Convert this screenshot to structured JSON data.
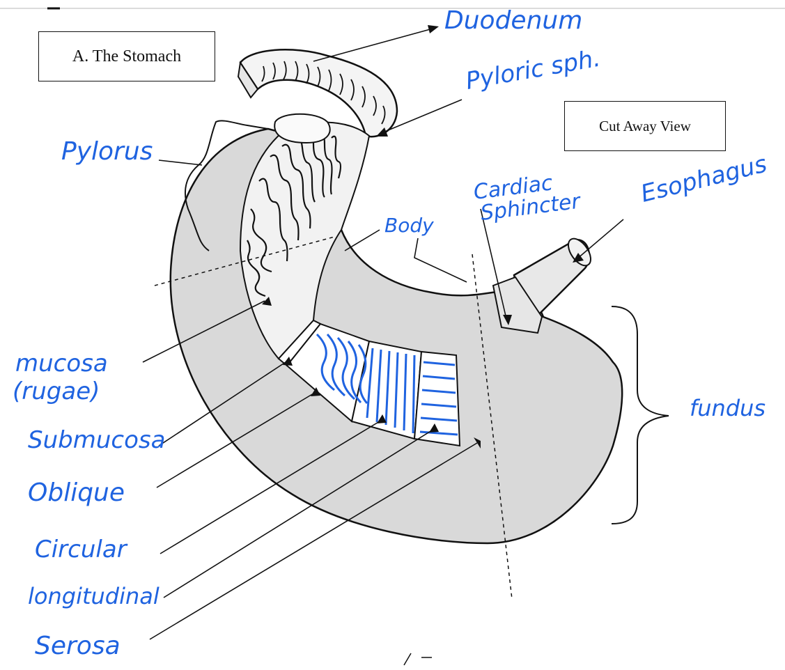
{
  "title": "A. The Stomach",
  "view_label": "Cut Away View",
  "colors": {
    "ink": "#111111",
    "handwriting": "#1f63e0",
    "muscle_fill": "#1f63e0",
    "stomach_fill": "#d9d9d9"
  },
  "labels": {
    "duodenum": "Duodenum",
    "pyloric_sphincter": "Pyloric sph.",
    "pylorus": "Pylorus",
    "cardiac_line1": "Cardiac",
    "cardiac_line2": "Sphincter",
    "esophagus": "Esophagus",
    "body": "Body",
    "mucosa_line1": "mucosa",
    "mucosa_line2": "(rugae)",
    "submucosa": "Submucosa",
    "oblique": "Oblique",
    "circular": "Circular",
    "longitudinal": "longitudinal",
    "fundus": "fundus",
    "serosa": "Serosa"
  }
}
